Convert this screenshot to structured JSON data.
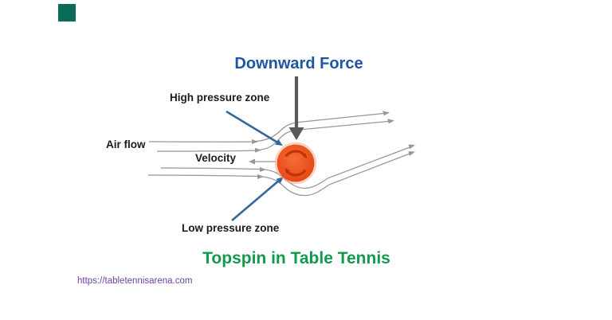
{
  "colors": {
    "canvas-white": "#ffffff",
    "title-green": "#13994e",
    "force-blue": "#1e55a5",
    "pointer-blue": "#33689c",
    "label-ink": "#1b1b1b",
    "streamline-gray": "#979797",
    "force-arrow-gray": "#595959",
    "ball-orange": "#e64413",
    "ball-orange-light": "#f46d35",
    "ball-halo": "#f6a57c",
    "spin-red": "#bc3708",
    "url-purple": "#6d41a4",
    "brand-teal": "#0d6b5a"
  },
  "diagram": {
    "title": "Topspin in Table Tennis",
    "labels": {
      "downward_force": "Downward Force",
      "high_pressure_zone": "High pressure zone",
      "air_flow": "Air flow",
      "velocity": "Velocity",
      "low_pressure_zone": "Low pressure zone"
    },
    "ball": {
      "spin_direction": "clockwise"
    }
  },
  "footer": {
    "url": "https://tabletennisarena.com"
  }
}
